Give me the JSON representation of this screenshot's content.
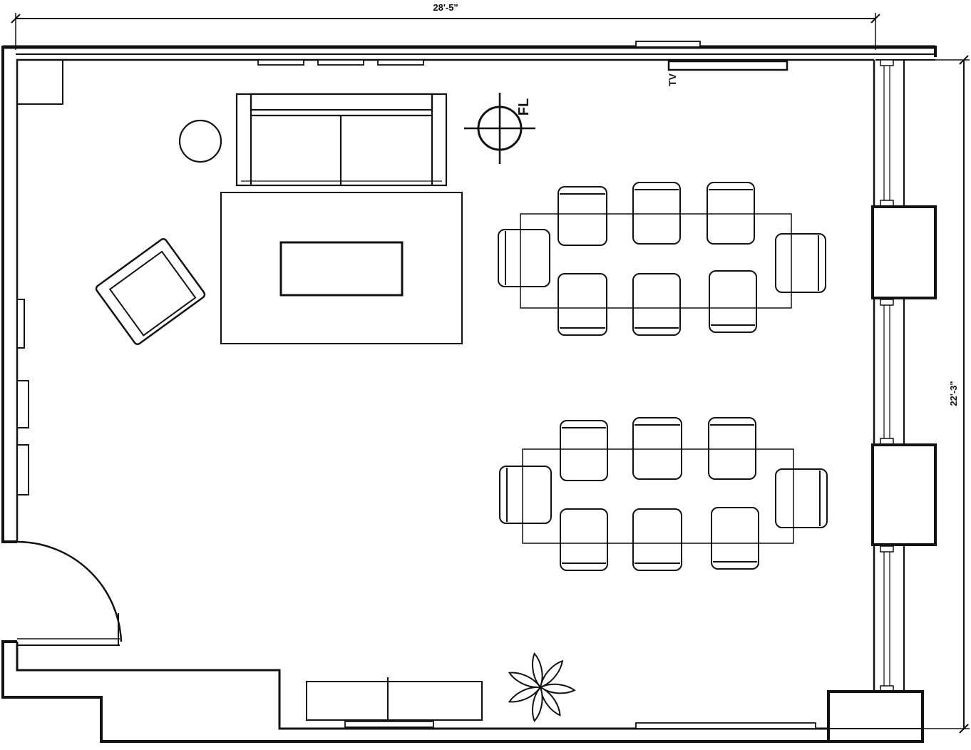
{
  "dimensions": {
    "width_label": "28'-5\"",
    "height_label": "22'-3\""
  },
  "labels": {
    "tv": "TV",
    "floor_lamp": "FL"
  },
  "colors": {
    "line": "#111111",
    "background": "#ffffff"
  },
  "icons": {
    "plant": "plant-icon",
    "floor_lamp": "floor-lamp-icon"
  }
}
